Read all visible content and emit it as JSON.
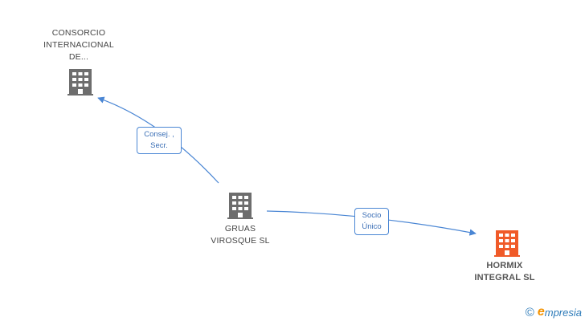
{
  "nodes": {
    "consorcio": {
      "lines": [
        "CONSORCIO",
        "INTERNACIONAL",
        "DE..."
      ],
      "color": "#6d6d6d"
    },
    "gruas": {
      "lines": [
        "GRUAS",
        "VIROSQUE SL"
      ],
      "color": "#6d6d6d"
    },
    "hormix": {
      "lines": [
        "HORMIX",
        "INTEGRAL SL"
      ],
      "color": "#f05a28"
    }
  },
  "edges": {
    "gruas_consorcio": {
      "lines": [
        "Consej. ,",
        "Secr."
      ]
    },
    "gruas_hormix": {
      "lines": [
        "Socio",
        "Único"
      ]
    }
  },
  "colors": {
    "edge": "#4a86d4"
  },
  "brand": {
    "copyright": "©",
    "initial": "e",
    "rest": "mpresia"
  }
}
